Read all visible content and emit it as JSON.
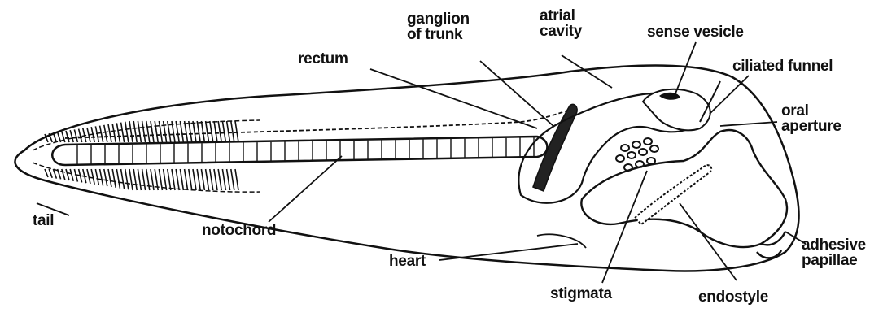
{
  "labels": {
    "ganglion_line1": "ganglion",
    "ganglion_line2": "of trunk",
    "atrial_line1": "atrial",
    "atrial_line2": "cavity",
    "sense_vesicle": "sense vesicle",
    "rectum": "rectum",
    "ciliated_funnel": "ciliated funnel",
    "oral_line1": "oral",
    "oral_line2": "aperture",
    "tail": "tail",
    "notochord": "notochord",
    "heart": "heart",
    "adhesive_line1": "adhesive",
    "adhesive_line2": "papillae",
    "stigmata": "stigmata",
    "endostyle": "endostyle"
  }
}
